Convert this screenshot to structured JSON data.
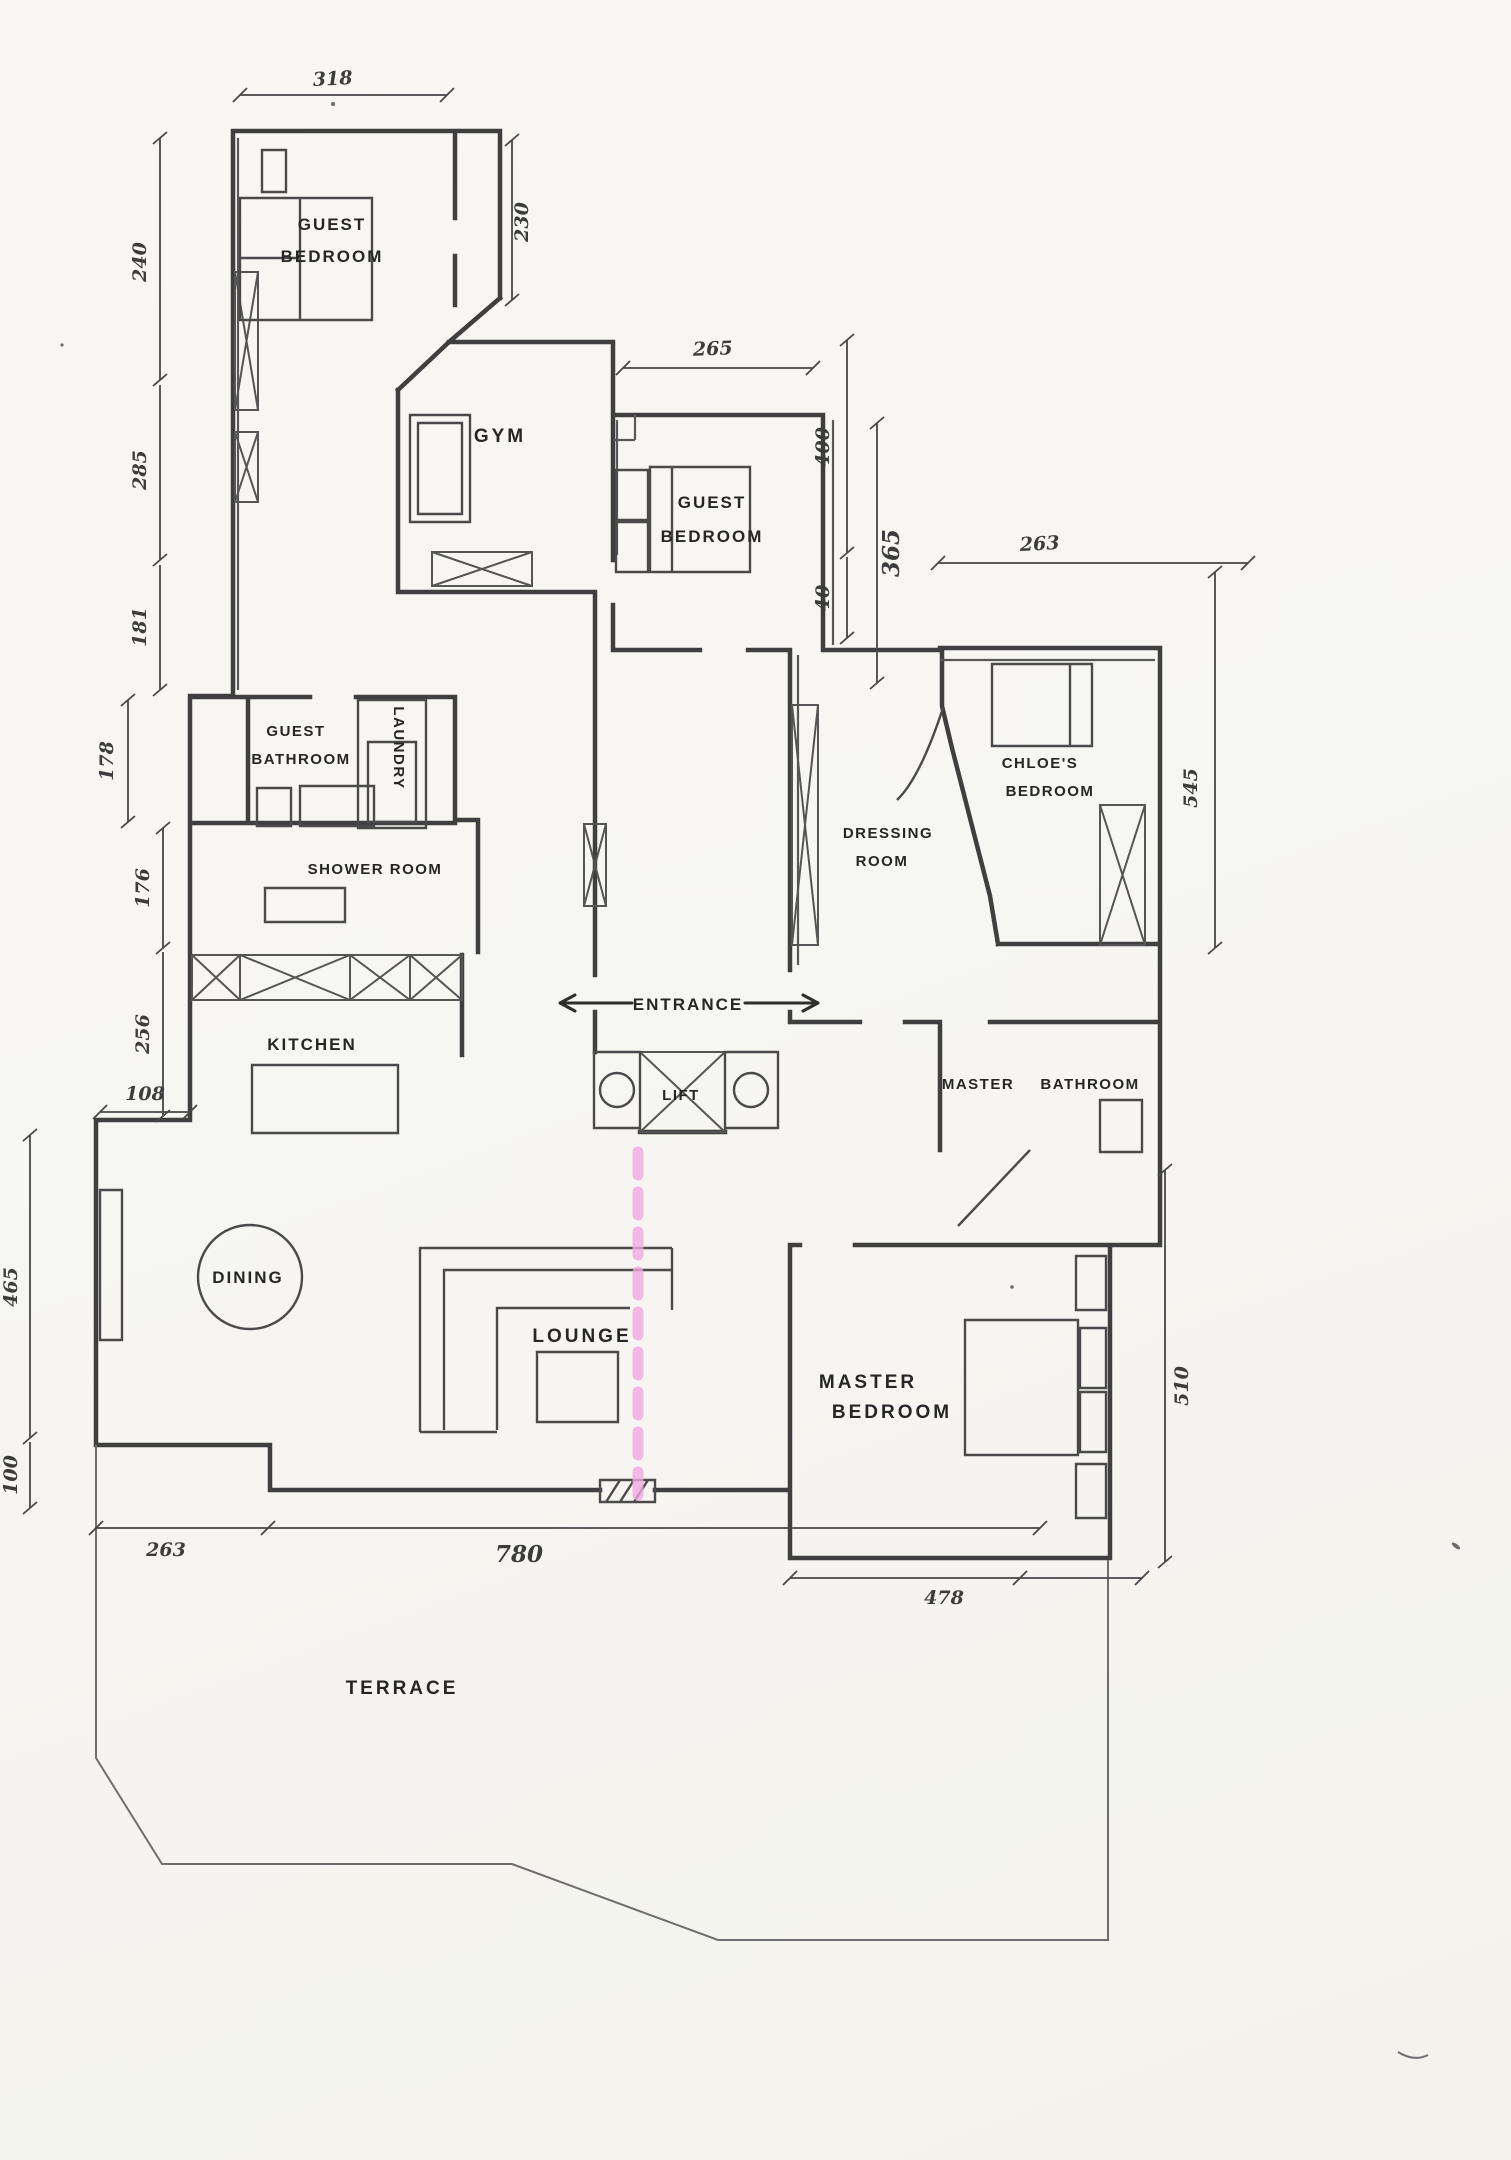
{
  "plan": {
    "rooms": {
      "guest_bedroom_1": {
        "line1": "GUEST",
        "line2": "BEDROOM"
      },
      "gym": {
        "label": "GYM"
      },
      "guest_bedroom_2": {
        "line1": "GUEST",
        "line2": "BEDROOM"
      },
      "guest_bathroom": {
        "line1": "GUEST",
        "line2": "BATHROOM"
      },
      "laundry": {
        "label": "LAUNDRY"
      },
      "shower_room": {
        "label": "SHOWER ROOM"
      },
      "kitchen": {
        "label": "KITCHEN"
      },
      "entrance": {
        "label": "ENTRANCE"
      },
      "lift": {
        "label": "LIFT"
      },
      "dressing_room": {
        "line1": "DRESSING",
        "line2": "ROOM"
      },
      "chloes_bedroom": {
        "line1": "CHLOE'S",
        "line2": "BEDROOM"
      },
      "master_bathroom": {
        "word1": "MASTER",
        "word2": "BATHROOM"
      },
      "dining": {
        "label": "DINING"
      },
      "lounge": {
        "label": "LOUNGE"
      },
      "master_bedroom": {
        "line1": "MASTER",
        "line2": "BEDROOM"
      },
      "terrace": {
        "label": "TERRACE"
      }
    },
    "dimensions": {
      "guest1_width": "318",
      "left_upper": "240",
      "left_mid": "285",
      "left_lower": "181",
      "bath_height": "178",
      "shower_height": "176",
      "kitchen_height": "256",
      "step_width": "108",
      "living_height": "465",
      "living_lower": "100",
      "corridor_width": "230",
      "guest2_width": "265",
      "guest2_height": "400",
      "guest2_offset": "40",
      "right_height": "365",
      "chloe_width": "263",
      "chloe_height": "545",
      "master_height": "510",
      "master_width": "478",
      "bottom_left_width": "263",
      "terrace_width": "780"
    },
    "colors": {
      "ink": "#3f3f3f",
      "dimension": "#474747",
      "accent_pink": "#f0a9e2",
      "paper": "#f7f6f2"
    }
  }
}
